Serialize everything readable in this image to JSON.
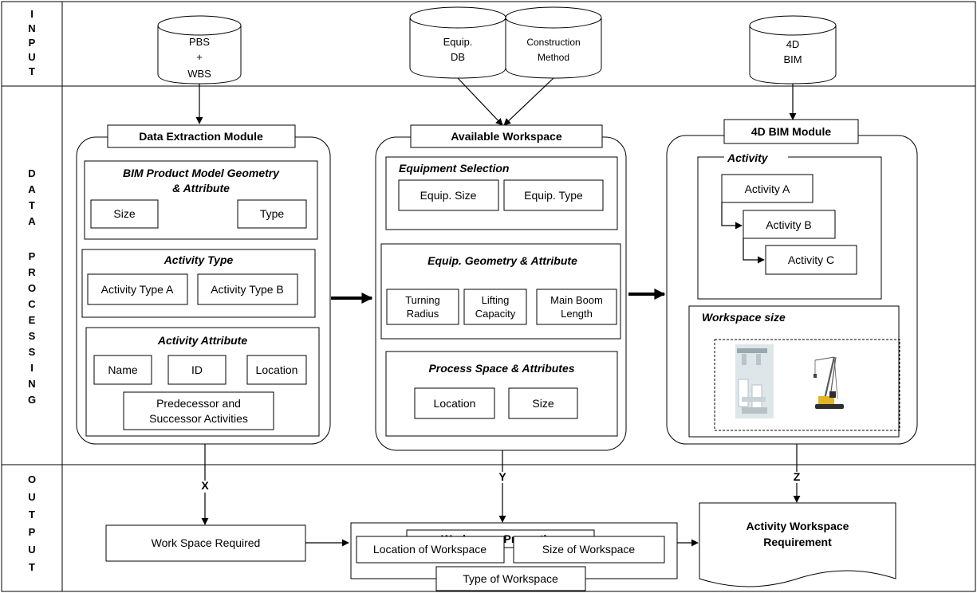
{
  "lanes": {
    "input": [
      "I",
      "N",
      "P",
      "U",
      "T"
    ],
    "processing": [
      "D",
      "A",
      "T",
      "A",
      "",
      "P",
      "R",
      "O",
      "C",
      "E",
      "S",
      "S",
      "I",
      "N",
      "G"
    ],
    "output": [
      "O",
      "U",
      "T",
      "P",
      "U",
      "T"
    ]
  },
  "inputs": {
    "pbs_wbs": [
      "PBS",
      "+",
      "WBS"
    ],
    "equip_db": [
      "Equip.",
      "DB"
    ],
    "construction_method": [
      "Construction",
      "Method"
    ],
    "bim_4d": [
      "4D",
      "BIM"
    ]
  },
  "data_extraction": {
    "title": "Data Extraction Module",
    "product_model": {
      "title": [
        "BIM Product Model Geometry",
        "& Attribute"
      ],
      "size": "Size",
      "type": "Type"
    },
    "activity_type": {
      "title": "Activity Type",
      "a": "Activity Type A",
      "b": "Activity Type B"
    },
    "activity_attribute": {
      "title": "Activity Attribute",
      "name": "Name",
      "id": "ID",
      "location": "Location",
      "pred": [
        "Predecessor and",
        "Successor Activities"
      ]
    }
  },
  "workspace": {
    "title": "Available Workspace",
    "equipment_selection": {
      "title": "Equipment Selection",
      "size": "Equip. Size",
      "type": "Equip. Type"
    },
    "equip_geometry": {
      "title": "Equip. Geometry & Attribute",
      "turning": [
        "Turning",
        "Radius"
      ],
      "lifting": [
        "Lifting",
        "Capacity"
      ],
      "boom": [
        "Main Boom",
        "Length"
      ]
    },
    "process_space": {
      "title": "Process Space & Attributes",
      "location": "Location",
      "size": "Size"
    }
  },
  "bim_module": {
    "title": "4D BIM Module",
    "activity": {
      "title": "Activity",
      "a": "Activity A",
      "b": "Activity B",
      "c": "Activity C"
    },
    "workspace_size": {
      "title": "Workspace size"
    }
  },
  "connectors": {
    "x": "X",
    "y": "Y",
    "z": "Z"
  },
  "outputs": {
    "required": "Work Space Required",
    "properties": {
      "title": "Workspace Properties",
      "location": "Location of Workspace",
      "size": "Size of Workspace",
      "type": "Type of Workspace"
    },
    "requirement": [
      "Activity Workspace",
      "Requirement"
    ]
  }
}
